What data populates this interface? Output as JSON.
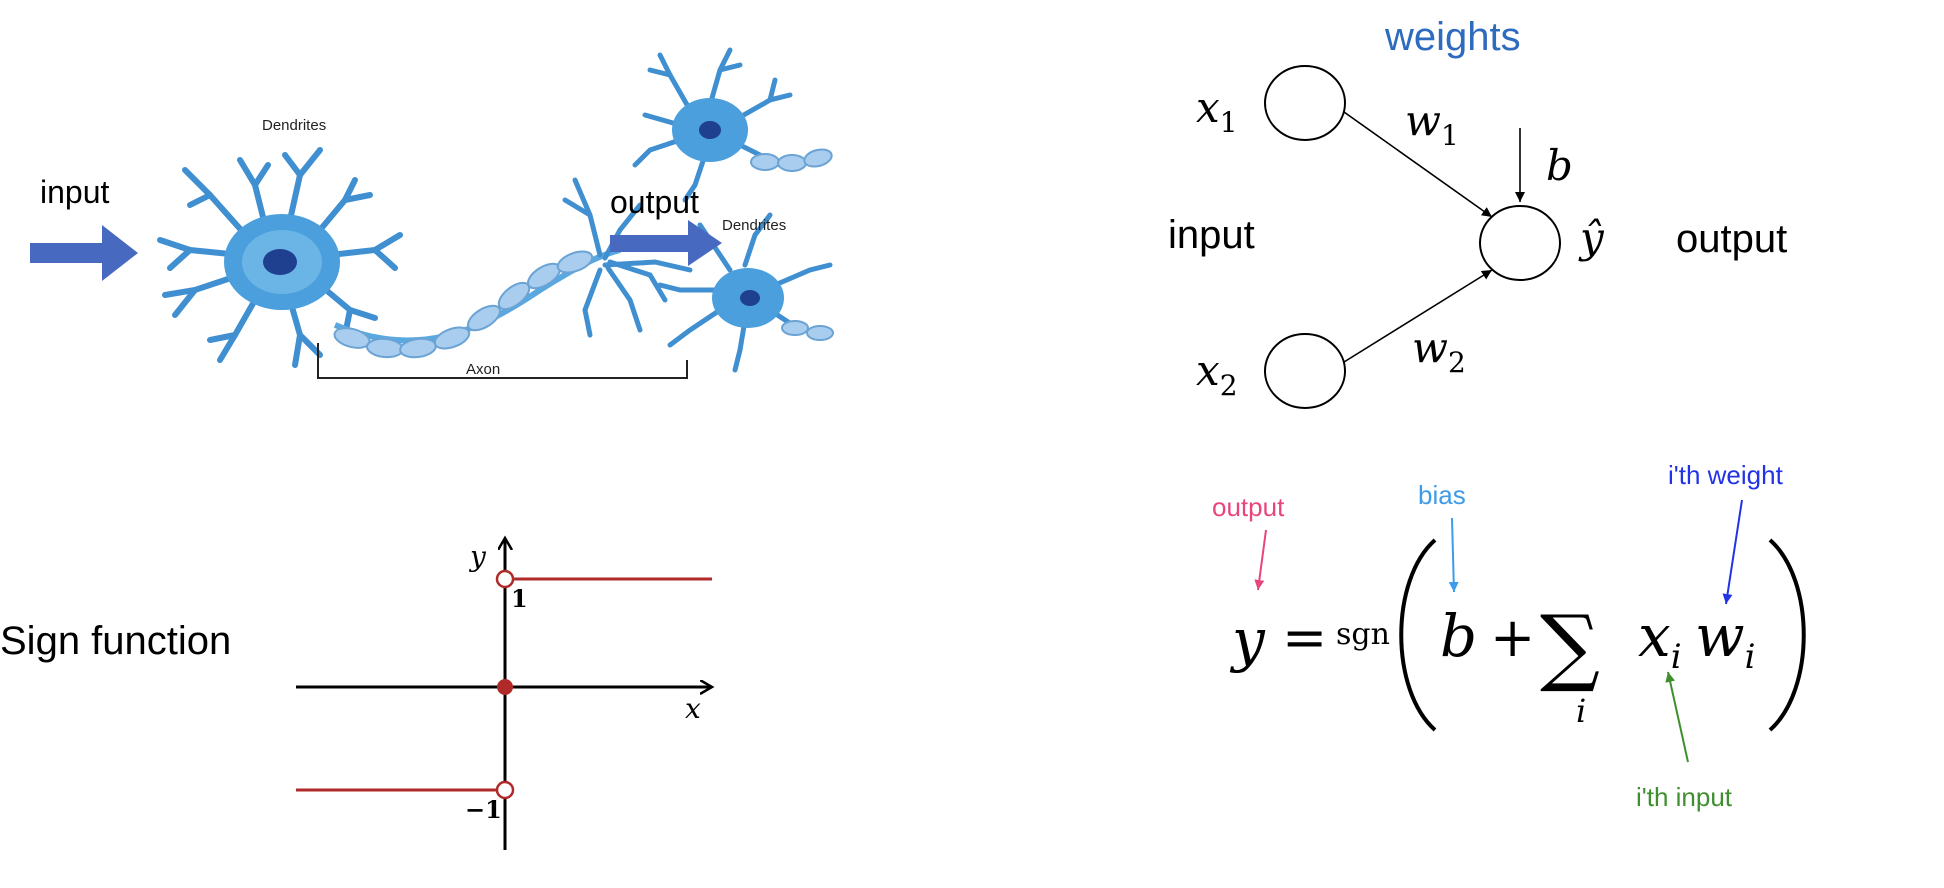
{
  "neuron": {
    "input_label": "input",
    "output_label": "output",
    "dendrites_label_1": "Dendrites",
    "dendrites_label_2": "Dendrites",
    "axon_label": "Axon",
    "colors": {
      "cell": "#4a9fdc",
      "cell_light": "#7cc0ec",
      "nucleus": "#1f3f8f",
      "arrow": "#4869c0",
      "myelin": "#a9cdee"
    }
  },
  "perceptron": {
    "weights_label": "weights",
    "input_label": "input",
    "output_label": "output",
    "x1": {
      "base": "x",
      "sub": "1"
    },
    "x2": {
      "base": "x",
      "sub": "2"
    },
    "w1": {
      "base": "w",
      "sub": "1"
    },
    "w2": {
      "base": "w",
      "sub": "2"
    },
    "bias": "b",
    "yhat": "ŷ",
    "weights_color": "#2e6bbf"
  },
  "sign_function": {
    "label": "Sign function",
    "y_axis": "y",
    "x_axis": "x",
    "tick_pos": "1",
    "tick_neg": "−1",
    "line_color": "#b02a2a"
  },
  "formula": {
    "lhs": "y",
    "eq": "=",
    "sgn": "sgn",
    "b": "b",
    "plus": "+",
    "sum": "∑",
    "index": "i",
    "x": "x",
    "x_sub": "i",
    "w": "w",
    "w_sub": "i",
    "annotations": {
      "output": {
        "text": "output",
        "color": "#e8457a"
      },
      "bias": {
        "text": "bias",
        "color": "#3d9be9"
      },
      "weight": {
        "text": "i'th weight",
        "color": "#2233e6"
      },
      "input": {
        "text": "i'th input",
        "color": "#3f8f2e"
      }
    }
  }
}
